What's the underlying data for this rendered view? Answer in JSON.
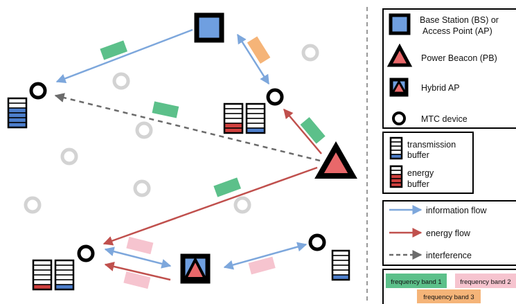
{
  "colors": {
    "info_flow": "#7da7dc",
    "energy_flow": "#c0504d",
    "interference": "#6b6b6b",
    "band1": "#5cc08a",
    "band2": "#f6c4cf",
    "band3": "#f5b478",
    "bs_fill": "#6f9fe0",
    "pb_fill": "#e9686a",
    "inactive_device": "#d3d3d3",
    "buffer_blue": "#4d7fcc",
    "buffer_red": "#d0403e"
  },
  "legend": {
    "bs": "Base Station (BS) or",
    "bs_line2": "Access Point (AP)",
    "pb": "Power Beacon (PB)",
    "hybrid": "Hybrid AP",
    "mtc": "MTC device",
    "tx_buffer": "transmission",
    "tx_buffer_line2": "buffer",
    "energy_buffer": "energy",
    "energy_buffer_line2": "buffer",
    "info_flow": "information flow",
    "energy_flow": "energy flow",
    "interference": "interference",
    "band1": "frequency band 1",
    "band2": "frequency band 2",
    "band3": "frequency band 3"
  }
}
